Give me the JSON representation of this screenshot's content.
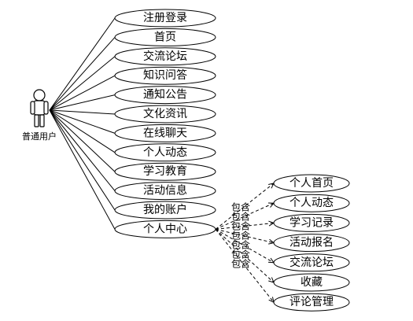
{
  "actor": {
    "label": "普通用户",
    "icon": "person-icon"
  },
  "use_cases": [
    "注册登录",
    "首页",
    "交流论坛",
    "知识问答",
    "通知公告",
    "文化资讯",
    "在线聊天",
    "个人动态",
    "学习教育",
    "活动信息",
    "我的账户",
    "个人中心"
  ],
  "sub_use_cases": [
    "个人首页",
    "个人动态",
    "学习记录",
    "活动报名",
    "交流论坛",
    "收藏",
    "评论管理"
  ],
  "relation_label": "包含"
}
